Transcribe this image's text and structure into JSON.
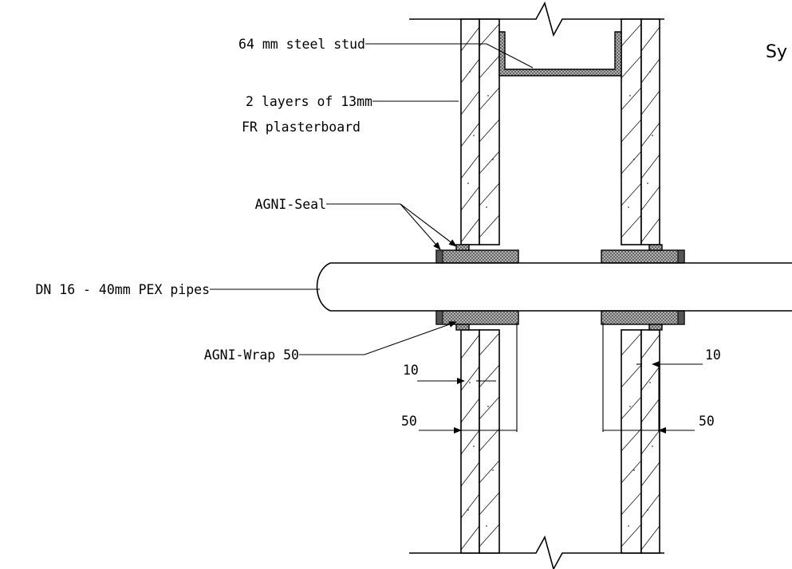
{
  "diagram": {
    "title_fragment": "Sy",
    "labels": {
      "stud": "64 mm steel stud",
      "plasterboard_line1": "2 layers of 13mm",
      "plasterboard_line2": "FR plasterboard",
      "seal": "AGNI-Seal",
      "pipe": "DN 16 - 40mm PEX pipes",
      "wrap": "AGNI-Wrap 50"
    },
    "dimensions": {
      "left_offset": "10",
      "left_width": "50",
      "right_offset": "10",
      "right_width": "50"
    }
  }
}
